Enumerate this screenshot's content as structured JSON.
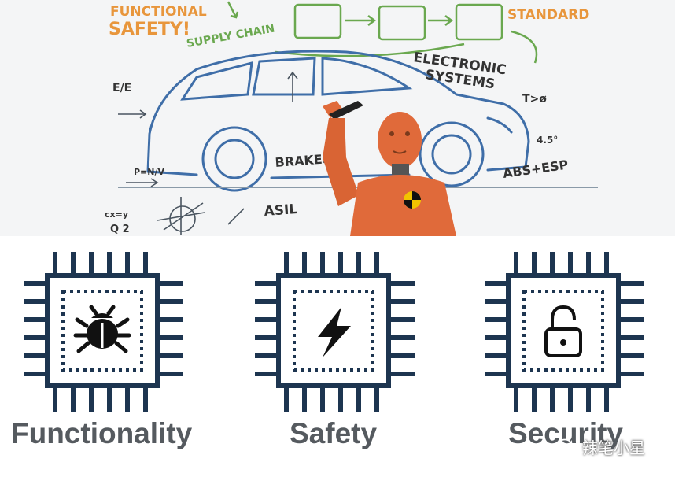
{
  "colors": {
    "chip": "#1d3550",
    "label": "#555a5f",
    "car_line": "#3f6ea8",
    "orange_text": "#e8963c",
    "green_text": "#6aa84f",
    "dummy": "#e06a3a"
  },
  "sketch": {
    "functional_safety_line1": "FUNCTIONAL",
    "functional_safety_line2": "SAFETY!",
    "standard": "STANDARD",
    "supply_chain": "SUPPLY CHAIN",
    "electronic": "ELECTRONIC",
    "systems": "SYSTEMS",
    "ee": "E/E",
    "t_phi": "T>ø",
    "deg45": "4.5°",
    "brakes": "BRAKES",
    "abs_esp": "ABS+ESP",
    "pnv": "P=N/V",
    "asil": "ASIL",
    "cxy": "cx=y",
    "q2": "Q 2"
  },
  "pillars": [
    {
      "label": "Functionality",
      "icon": "bug-icon"
    },
    {
      "label": "Safety",
      "icon": "lightning-icon"
    },
    {
      "label": "Security",
      "icon": "padlock-icon"
    }
  ],
  "watermark": {
    "text": "辣笔小星",
    "icon": "wechat-icon"
  }
}
